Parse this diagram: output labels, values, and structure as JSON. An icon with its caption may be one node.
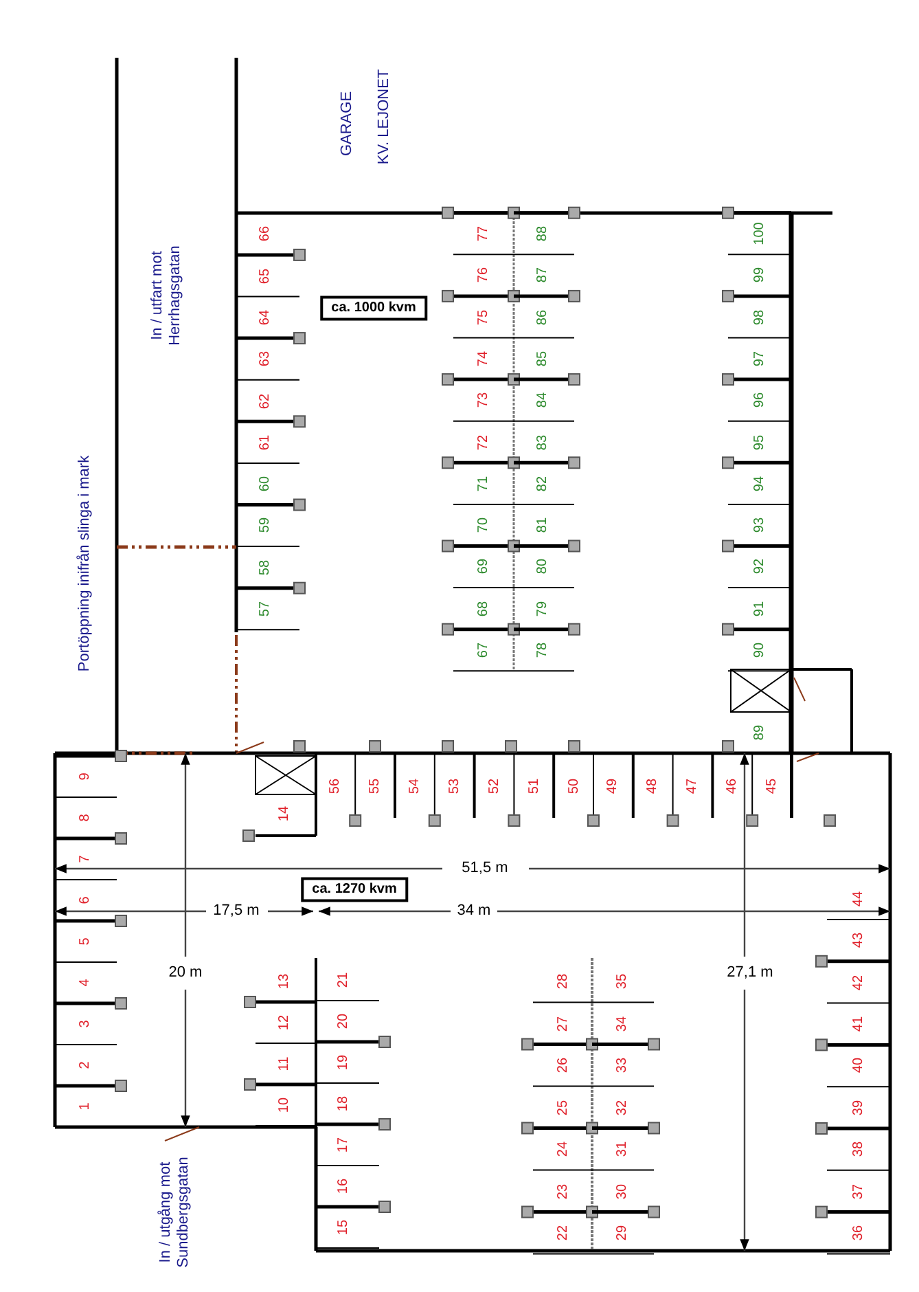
{
  "diagram": {
    "labels": [
      "GARAGE",
      "KV. LEJONET",
      "In / utfart mot Herrhagsgatan",
      "Portöppning inifrån slinga i mark",
      "ca. 1000 kvm",
      "1",
      "2",
      "3",
      "4",
      "5",
      "6",
      "7",
      "8",
      "9",
      "10",
      "11",
      "12",
      "13",
      "14",
      "15",
      "16",
      "17",
      "18",
      "19",
      "20",
      "21",
      "22",
      "23",
      "24",
      "25",
      "26",
      "27",
      "28",
      "29",
      "30",
      "31",
      "32",
      "33",
      "34",
      "35",
      "36",
      "37",
      "38",
      "39",
      "40",
      "41",
      "42",
      "43",
      "44",
      "45",
      "46",
      "47",
      "48",
      "49",
      "50",
      "51",
      "52",
      "53",
      "54",
      "55",
      "56",
      "57",
      "58",
      "59",
      "60",
      "61",
      "62",
      "63",
      "64",
      "65",
      "66",
      "67",
      "68",
      "69",
      "70",
      "71",
      "72",
      "73",
      "74",
      "75",
      "76",
      "77",
      "78",
      "79",
      "80",
      "81",
      "82",
      "83",
      "84",
      "85",
      "86",
      "87",
      "88",
      "89",
      "90",
      "91",
      "92",
      "93",
      "94",
      "95",
      "96",
      "97",
      "98",
      "99",
      "100",
      "51,5 m",
      "ca. 1270 kvm",
      "17,5 m",
      "34 m",
      "20 m",
      "27,1 m",
      "In / utgång mot Sundbergsgatan"
    ]
  }
}
